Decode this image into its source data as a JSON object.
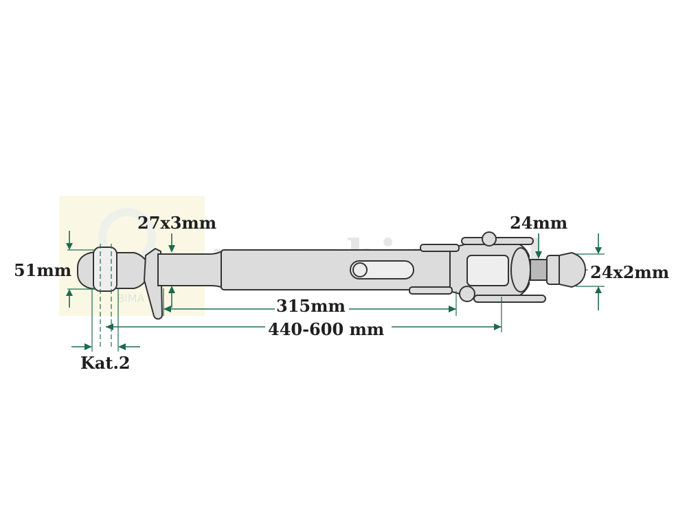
{
  "watermark": {
    "text": "www.bimo.pl",
    "logo_text": "BIMA"
  },
  "dimensions": {
    "ball_width": "51mm",
    "tube_thread": "27x3mm",
    "screw_diameter": "24mm",
    "thread_size": "24x2mm",
    "tube_length": "315mm",
    "total_length": "440-600 mm",
    "category": "Kat.2"
  },
  "colors": {
    "dimension_line": "#1e6b4f",
    "part_fill": "#dcdcdc",
    "outline": "#333333",
    "label_text": "#1f1f1f"
  }
}
